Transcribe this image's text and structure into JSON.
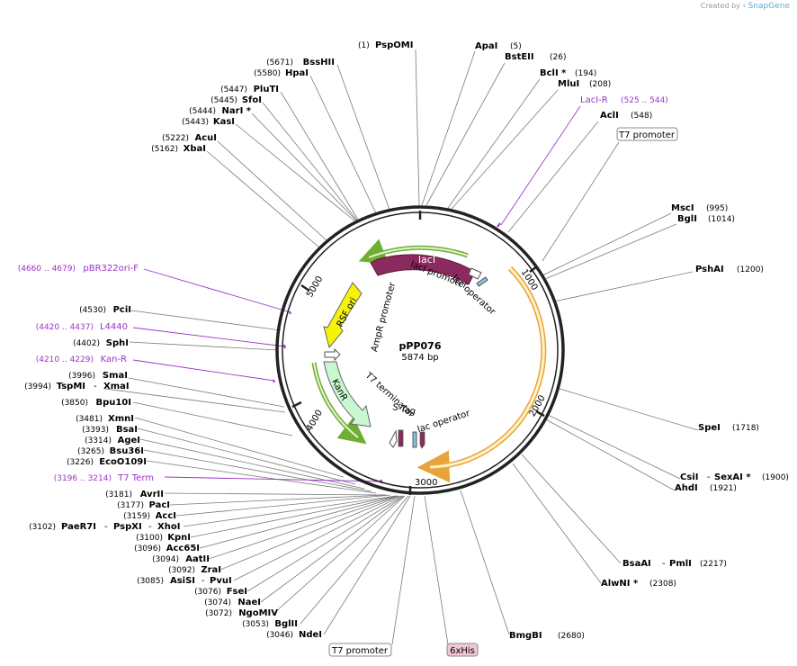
{
  "credit": {
    "prefix": "Created by",
    "brand": "SnapGene"
  },
  "plasmid": {
    "name": "pPP076",
    "length_label": "5874 bp",
    "length": 5874
  },
  "ticks": [
    "1000",
    "2000",
    "3000",
    "4000",
    "5000"
  ],
  "colors": {
    "backbone": "#222222",
    "site_line": "#7a7a7a",
    "primer": "#9b34c8",
    "lacI": "#8b2a5e",
    "lacI_outline": "#6fae35",
    "rsf_ori": "#f7f20a",
    "kanR": "#c9f7cf",
    "kanR_outline": "#6fae35",
    "orf_outline": "#e8a33c",
    "his_tag_bg": "#f2c6d6"
  },
  "features": {
    "lacI": "lacI",
    "lacI_promoter": "lacI promoter",
    "lac_operator_top": "lac operator",
    "rsf_ori": "RSF ori",
    "ampr_promoter": "AmpR promoter",
    "kanR": "KanR",
    "t7_terminator": "T7 terminator",
    "s_tag": "S-Tag",
    "lac_operator_bottom": "lac operator"
  },
  "boxed_labels": {
    "t7_promoter_top": "T7 promoter",
    "t7_promoter_bottom": "T7 promoter",
    "his_tag": "6xHis"
  },
  "sites_right": [
    {
      "name": "ApaI",
      "pos": "(5)"
    },
    {
      "name": "BstEII",
      "pos": "(26)"
    },
    {
      "name": "BclI *",
      "pos": "(194)"
    },
    {
      "name": "MluI",
      "pos": "(208)"
    },
    {
      "name": "AclI",
      "pos": "(548)"
    },
    {
      "name": "MscI",
      "pos": "(995)"
    },
    {
      "name": "BglI",
      "pos": "(1014)"
    },
    {
      "name": "PshAI",
      "pos": "(1200)"
    },
    {
      "name": "SpeI",
      "pos": "(1718)"
    },
    {
      "name": "CsiI",
      "name2": "SexAI *",
      "pos": "(1900)"
    },
    {
      "name": "AhdI",
      "pos": "(1921)"
    },
    {
      "name": "BsaAI",
      "name2": "PmlI",
      "pos": "(2217)"
    },
    {
      "name": "AlwNI *",
      "pos": "(2308)"
    },
    {
      "name": "BmgBI",
      "pos": "(2680)"
    }
  ],
  "primers_right": [
    {
      "name": "LacI-R",
      "pos": "(525 .. 544)"
    }
  ],
  "sites_left": [
    {
      "name": "PspOMI",
      "pos": "(1)"
    },
    {
      "name": "BssHII",
      "pos": "(5671)"
    },
    {
      "name": "HpaI",
      "pos": "(5580)"
    },
    {
      "name": "PluTI",
      "pos": "(5447)"
    },
    {
      "name": "SfoI",
      "pos": "(5445)"
    },
    {
      "name": "NarI *",
      "pos": "(5444)"
    },
    {
      "name": "KasI",
      "pos": "(5443)"
    },
    {
      "name": "AcuI",
      "pos": "(5222)"
    },
    {
      "name": "XbaI",
      "pos": "(5162)"
    },
    {
      "name": "PciI",
      "pos": "(4530)"
    },
    {
      "name": "SphI",
      "pos": "(4402)"
    },
    {
      "name": "SmaI",
      "pos": "(3996)"
    },
    {
      "name": "TspMI",
      "name2": "XmaI",
      "pos": "(3994)"
    },
    {
      "name": "Bpu10I",
      "pos": "(3850)"
    },
    {
      "name": "XmnI",
      "pos": "(3481)"
    },
    {
      "name": "BsaI",
      "pos": "(3393)"
    },
    {
      "name": "AgeI",
      "pos": "(3314)"
    },
    {
      "name": "Bsu36I",
      "pos": "(3265)"
    },
    {
      "name": "EcoO109I",
      "pos": "(3226)"
    },
    {
      "name": "AvrII",
      "pos": "(3181)"
    },
    {
      "name": "PacI",
      "pos": "(3177)"
    },
    {
      "name": "AccI",
      "pos": "(3159)"
    },
    {
      "name": "PaeR7I",
      "name2": "PspXI",
      "name3": "XhoI",
      "pos": "(3102)"
    },
    {
      "name": "KpnI",
      "pos": "(3100)"
    },
    {
      "name": "Acc65I",
      "pos": "(3096)"
    },
    {
      "name": "AatII",
      "pos": "(3094)"
    },
    {
      "name": "ZraI",
      "pos": "(3092)"
    },
    {
      "name": "AsiSI",
      "name2": "PvuI",
      "pos": "(3085)"
    },
    {
      "name": "FseI",
      "pos": "(3076)"
    },
    {
      "name": "NaeI",
      "pos": "(3074)"
    },
    {
      "name": "NgoMIV",
      "pos": "(3072)"
    },
    {
      "name": "BglII",
      "pos": "(3053)"
    },
    {
      "name": "NdeI",
      "pos": "(3046)"
    }
  ],
  "primers_left": [
    {
      "name": "pBR322ori-F",
      "pos": "(4660 .. 4679)"
    },
    {
      "name": "L4440",
      "pos": "(4420 .. 4437)"
    },
    {
      "name": "Kan-R",
      "pos": "(4210 .. 4229)"
    },
    {
      "name": "T7 Term",
      "pos": "(3196 .. 3214)"
    }
  ]
}
